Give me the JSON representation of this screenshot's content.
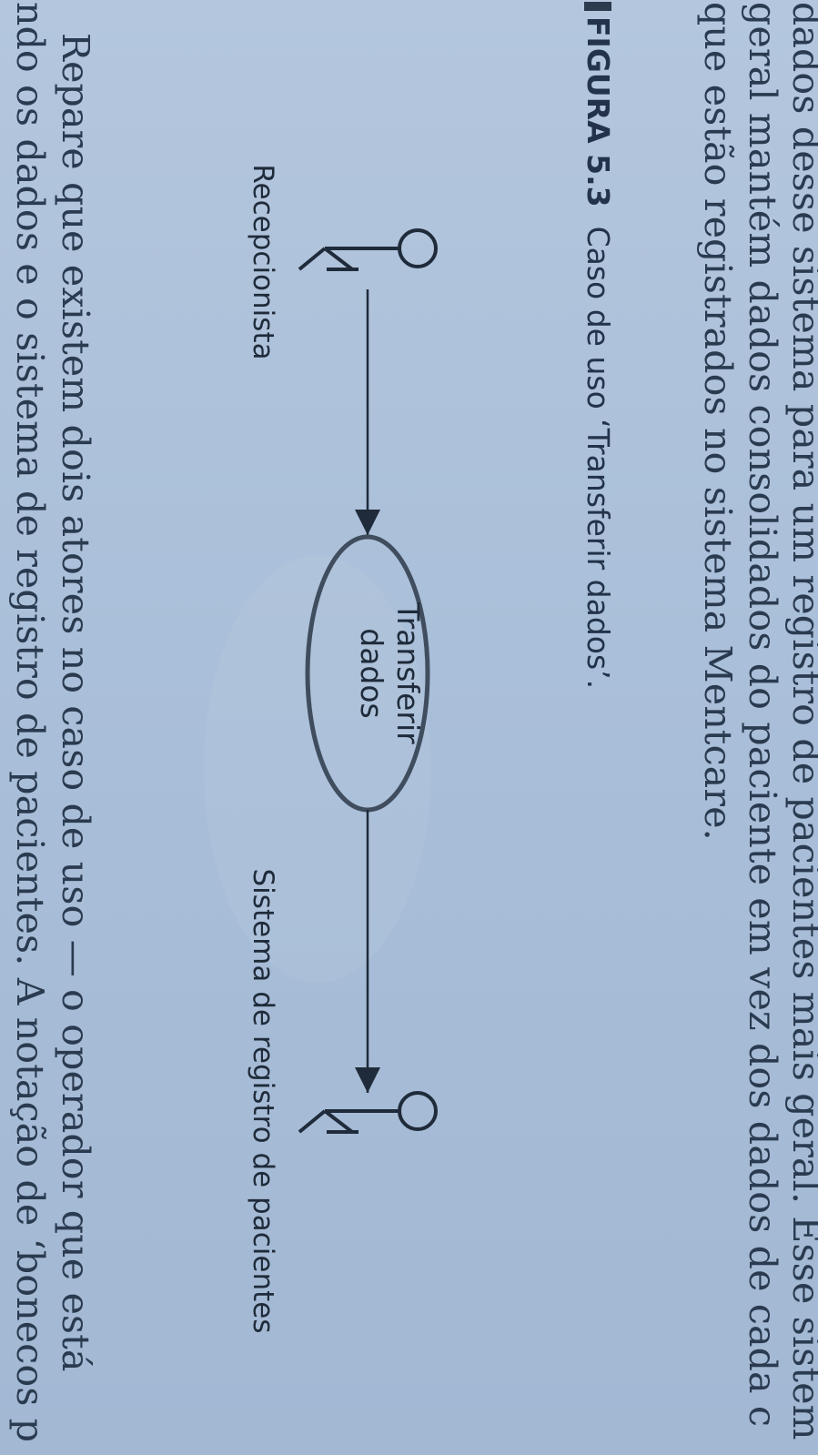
{
  "text_lines": [
    "dados desse sistema para um registro de pacientes mais geral. Esse sistem",
    "geral mantém dados consolidados do paciente em vez dos dados de cada c",
    "que estão registrados no sistema Mentcare."
  ],
  "figure": {
    "label": "FIGURA 5.3",
    "caption": "Caso de uso ‘Transferir dados’.",
    "actor_left": "Recepcionista",
    "use_case_line1": "Transferir",
    "use_case_line2": "dados",
    "actor_right": "Sistema de registro de pacientes"
  },
  "bottom_lines": [
    "Repare que existem dois atores no caso de uso — o operador que está",
    "ndo os dados e o sistema de registro de pacientes. A notação de ‘bonecos p"
  ]
}
